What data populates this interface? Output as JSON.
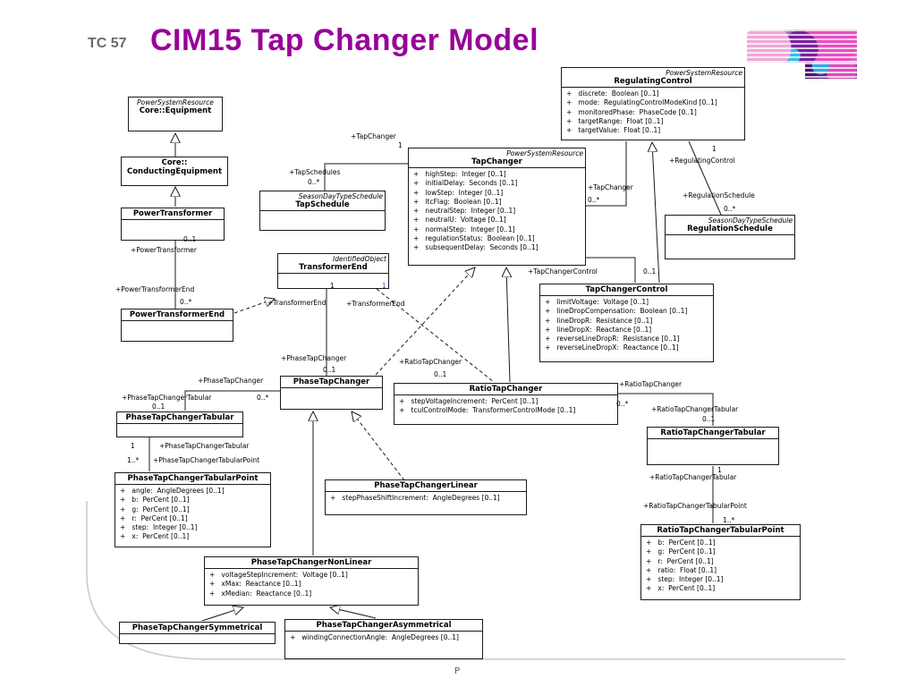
{
  "header": {
    "tc_label": "TC 57",
    "title": "CIM15 Tap Changer Model"
  },
  "footer": {
    "page": "P"
  },
  "colors": {
    "title_purple": "#990099",
    "tc_gray": "#6a6a6a",
    "blue_label": "#4466bb"
  },
  "classes": {
    "equipment": {
      "stereotype": "PowerSystemResource",
      "name": "Core::Equipment"
    },
    "conducting": {
      "name": "Core::",
      "name2": "ConductingEquipment"
    },
    "powertransformer": {
      "name": "PowerTransformer"
    },
    "regulatingcontrol": {
      "stereotype": "PowerSystemResource",
      "name": "RegulatingControl",
      "attributes": [
        "+   discrete:  Boolean [0..1]",
        "+   mode:  RegulatingControlModeKind [0..1]",
        "+   monitoredPhase:  PhaseCode [0..1]",
        "+   targetRange:  Float [0..1]",
        "+   targetValue:  Float [0..1]"
      ]
    },
    "tapschedule": {
      "stereotype": "SeasonDayTypeSchedule",
      "name": "TapSchedule"
    },
    "tapchanger": {
      "stereotype": "PowerSystemResource",
      "name": "TapChanger",
      "attributes": [
        "+   highStep:  Integer [0..1]",
        "+   initialDelay:  Seconds [0..1]",
        "+   lowStep:  Integer [0..1]",
        "+   ltcFlag:  Boolean [0..1]",
        "+   neutralStep:  Integer [0..1]",
        "+   neutralU:  Voltage [0..1]",
        "+   normalStep:  Integer [0..1]",
        "+   regulationStatus:  Boolean [0..1]",
        "+   subsequentDelay:  Seconds [0..1]"
      ]
    },
    "regulationschedule": {
      "stereotype": "SeasonDayTypeSchedule",
      "name": "RegulationSchedule"
    },
    "transformerend": {
      "stereotype": "IdentifiedObject",
      "name": "TransformerEnd"
    },
    "tapchangercontrol": {
      "name": "TapChangerControl",
      "attributes": [
        "+   limitVoltage:  Voltage [0..1]",
        "+   lineDropCompensation:  Boolean [0..1]",
        "+   lineDropR:  Resistance [0..1]",
        "+   lineDropX:  Reactance [0..1]",
        "+   reverseLineDropR:  Resistance [0..1]",
        "+   reverseLineDropX:  Reactance [0..1]"
      ]
    },
    "powertransformerend": {
      "name": "PowerTransformerEnd"
    },
    "phasetapchanger": {
      "name": "PhaseTapChanger"
    },
    "ratiotapchanger": {
      "name": "RatioTapChanger",
      "attributes": [
        "+   stepVoltageIncrement:  PerCent [0..1]",
        "+   tculControlMode:  TransformerControlMode [0..1]"
      ]
    },
    "phasetapchangertabular": {
      "name": "PhaseTapChangerTabular"
    },
    "ratiotapchangertabular": {
      "name": "RatioTapChangerTabular"
    },
    "phasetapchangertabularpoint": {
      "name": "PhaseTapChangerTabularPoint",
      "attributes": [
        "+   angle:  AngleDegrees [0..1]",
        "+   b:  PerCent [0..1]",
        "+   g:  PerCent [0..1]",
        "+   r:  PerCent [0..1]",
        "+   step:  Integer [0..1]",
        "+   x:  PerCent [0..1]"
      ]
    },
    "phasetapchangerlinear": {
      "name": "PhaseTapChangerLinear",
      "attributes": [
        "+   stepPhaseShiftIncrement:  AngleDegrees [0..1]"
      ]
    },
    "ratiotapchangertabularpoint": {
      "name": "RatioTapChangerTabularPoint",
      "attributes": [
        "+   b:  PerCent [0..1]",
        "+   g:  PerCent [0..1]",
        "+   r:  PerCent [0..1]",
        "+   ratio:  Float [0..1]",
        "+   step:  Integer [0..1]",
        "+   x:  PerCent [0..1]"
      ]
    },
    "phasetapchangernonlinear": {
      "name": "PhaseTapChangerNonLinear",
      "attributes": [
        "+   voltageStepIncrement:  Voltage [0..1]",
        "+   xMax:  Reactance [0..1]",
        "+   xMedian:  Reactance [0..1]"
      ]
    },
    "phasetapchangersymmetrical": {
      "name": "PhaseTapChangerSymmetrical"
    },
    "phasetapchangerasymmetrical": {
      "name": "PhaseTapChangerAsymmetrical",
      "attributes": [
        "+   windingConnectionAngle:  AngleDegrees [0..1]"
      ]
    }
  },
  "labels": [
    "+TapSchedules",
    "0..*",
    "+TapChanger",
    "1",
    "+TapChanger",
    "0..*",
    "1",
    "+RegulatingControl",
    "+RegulationSchedule",
    "0..*",
    "0..1",
    "+PowerTransformer",
    "+PowerTransformerEnd",
    "0..*",
    "1",
    "+TransformerEnd",
    "1",
    "+TransformerEnd",
    "+PhaseTapChanger",
    "0..1",
    "+RatioTapChanger",
    "0..1",
    "+PhaseTapChanger",
    "0..*",
    "+PhaseTapChangerTabular",
    "0..1",
    "1",
    "+PhaseTapChangerTabular",
    "1..*",
    "+PhaseTapChangerTabularPoint",
    "+TapChangerControl",
    "0..1",
    "+RatioTapChanger",
    "0..*",
    "+RatioTapChangerTabular",
    "0..1",
    "1",
    "+RatioTapChangerTabular",
    "+RatioTapChangerTabularPoint",
    "1..*"
  ]
}
